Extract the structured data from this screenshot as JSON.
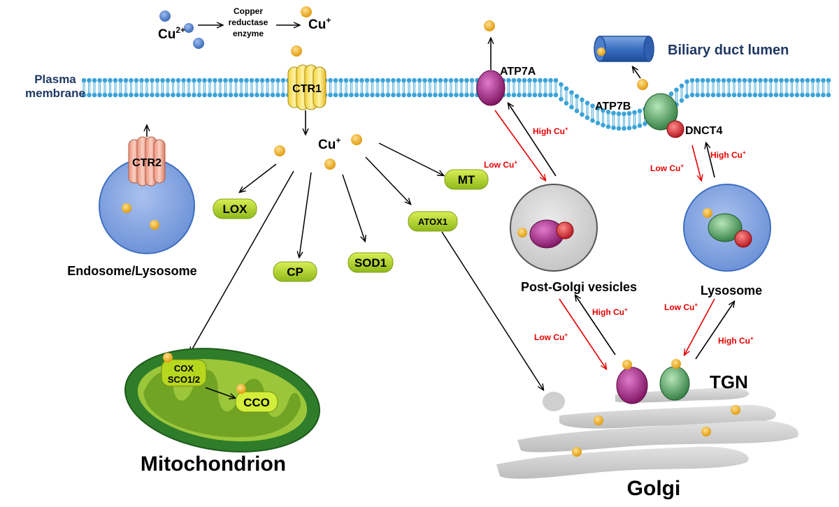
{
  "labels": {
    "cu2": "Cu",
    "cu2_charge": "2+",
    "enzyme_line1": "Copper",
    "enzyme_line2": "reductase",
    "enzyme_line3": "enzyme",
    "cu_plus_top": "Cu",
    "cu_plus_center": "Cu",
    "charge_plus": "+",
    "plasma_line1": "Plasma",
    "plasma_line2": "membrane",
    "ctr1": "CTR1",
    "ctr2": "CTR2",
    "endosome": "Endosome/Lysosome",
    "lox": "LOX",
    "cp": "CP",
    "sod1": "SOD1",
    "atox1": "ATOX1",
    "mt": "MT",
    "cox": "COX",
    "sco": "SCO1/2",
    "cco": "CCO",
    "mitochondrion": "Mitochondrion",
    "atp7a": "ATP7A",
    "atp7b": "ATP7B",
    "dnct4": "DNCT4",
    "biliary": "Biliary duct lumen",
    "post_golgi": "Post-Golgi  vesicles",
    "lysosome": "Lysosome",
    "tgn": "TGN",
    "golgi": "Golgi",
    "high_cu": "High Cu",
    "low_cu": "Low Cu"
  },
  "colors": {
    "membrane": "#3ba3d8",
    "ion_gold": "#f0b323",
    "ion_blue": "#4a7fc8",
    "atp7a": "#9b1f7a",
    "atp7b": "#3f9a55",
    "dnct4": "#d8232a",
    "green_box": "#b7d61e",
    "arrow_red": "#e60000"
  }
}
